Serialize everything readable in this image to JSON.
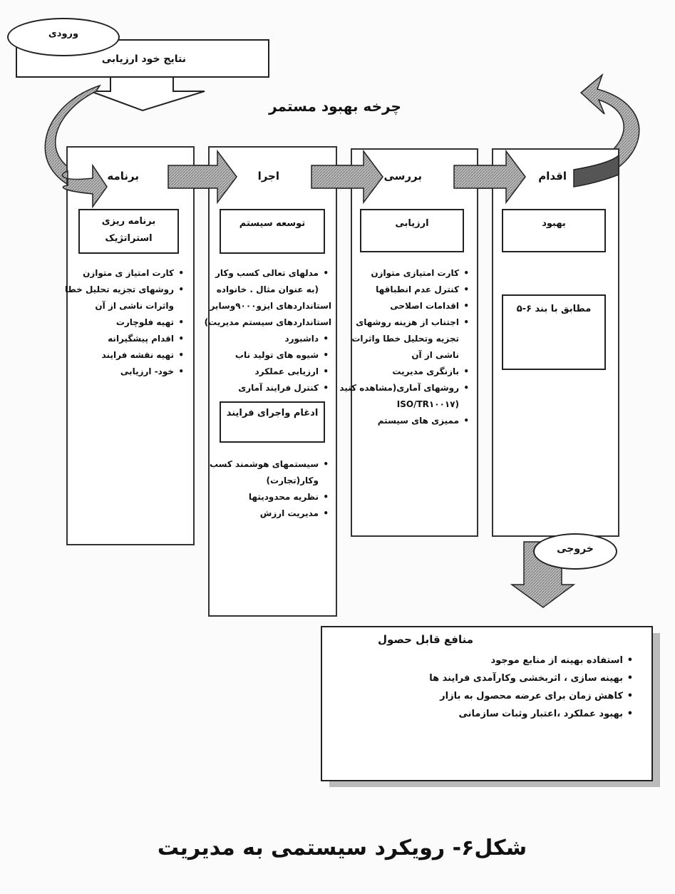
{
  "input": {
    "ellipse_label": "ورودی",
    "box_label": "نتایج خود ارزیابی"
  },
  "cycle_title": "چرخه بهبود مستمر",
  "columns": [
    {
      "label": "برنامه",
      "boxes": [
        {
          "title": "برنامه ریزی استراتژیک",
          "items": [
            "کارت امتیاز ی متوازن",
            "روشهای تجزیه تحلیل خطا",
            "واثرات ناشی از آن",
            "تهیه فلوچارت",
            "اقدام پیشگیرانه",
            "تهیه نقشه فرایند",
            "خود- ارزیابی"
          ]
        }
      ]
    },
    {
      "label": "اجرا",
      "boxes": [
        {
          "title": "توسعه سیستم",
          "items": [
            "مدلهای تعالی کسب وکار",
            "(به عنوان مثال . خانواده",
            "استانداردهای ایزو۹۰۰۰وسایر",
            "استانداردهای سیستم مدیریت)",
            "داشبورد",
            "شیوه های تولید ناب",
            "ارزیابی عملکرد",
            "کنترل فرایند آماری"
          ]
        },
        {
          "title": "ادغام واجرای فرایند",
          "items": [
            "سیستمهای هوشمند کسب",
            "وکار(تجارت)",
            "نظریه محدودیتها",
            "مدیریت ارزش"
          ]
        }
      ]
    },
    {
      "label": "بررسی",
      "boxes": [
        {
          "title": "ارزیابی",
          "items": [
            "کارت امتیازی متوازن",
            "کنترل عدم انطباقها",
            "اقدامات اصلاحی",
            "اجتناب از هزینه روشهای",
            "تجزیه وتحلیل خطا واثرات",
            "ناشی از آن",
            "بازنگری مدیریت",
            "روشهای آماری(مشاهده کنید",
            "(ISO/TR۱۰۰۱۷",
            "ممیزی های سیستم"
          ]
        }
      ]
    },
    {
      "label": "اقدام",
      "boxes": [
        {
          "title": "بهبود",
          "items": []
        },
        {
          "title": "مطابق با بند ۶-۵",
          "items": []
        }
      ]
    }
  ],
  "output": {
    "ellipse_label": "خروجی"
  },
  "benefits": {
    "title": "منافع قابل حصول",
    "items": [
      "استفاده بهینه از منابع موجود",
      "بهینه سازی ، اثربخشی وکارآمدی فرایند ها",
      "کاهش زمان برای عرضه محصول به بازار",
      "بهبود عملکرد ،اعتبار وثبات سازمانی"
    ]
  },
  "caption": "شکل۶- رویکرد سیستمی به مدیریت"
}
